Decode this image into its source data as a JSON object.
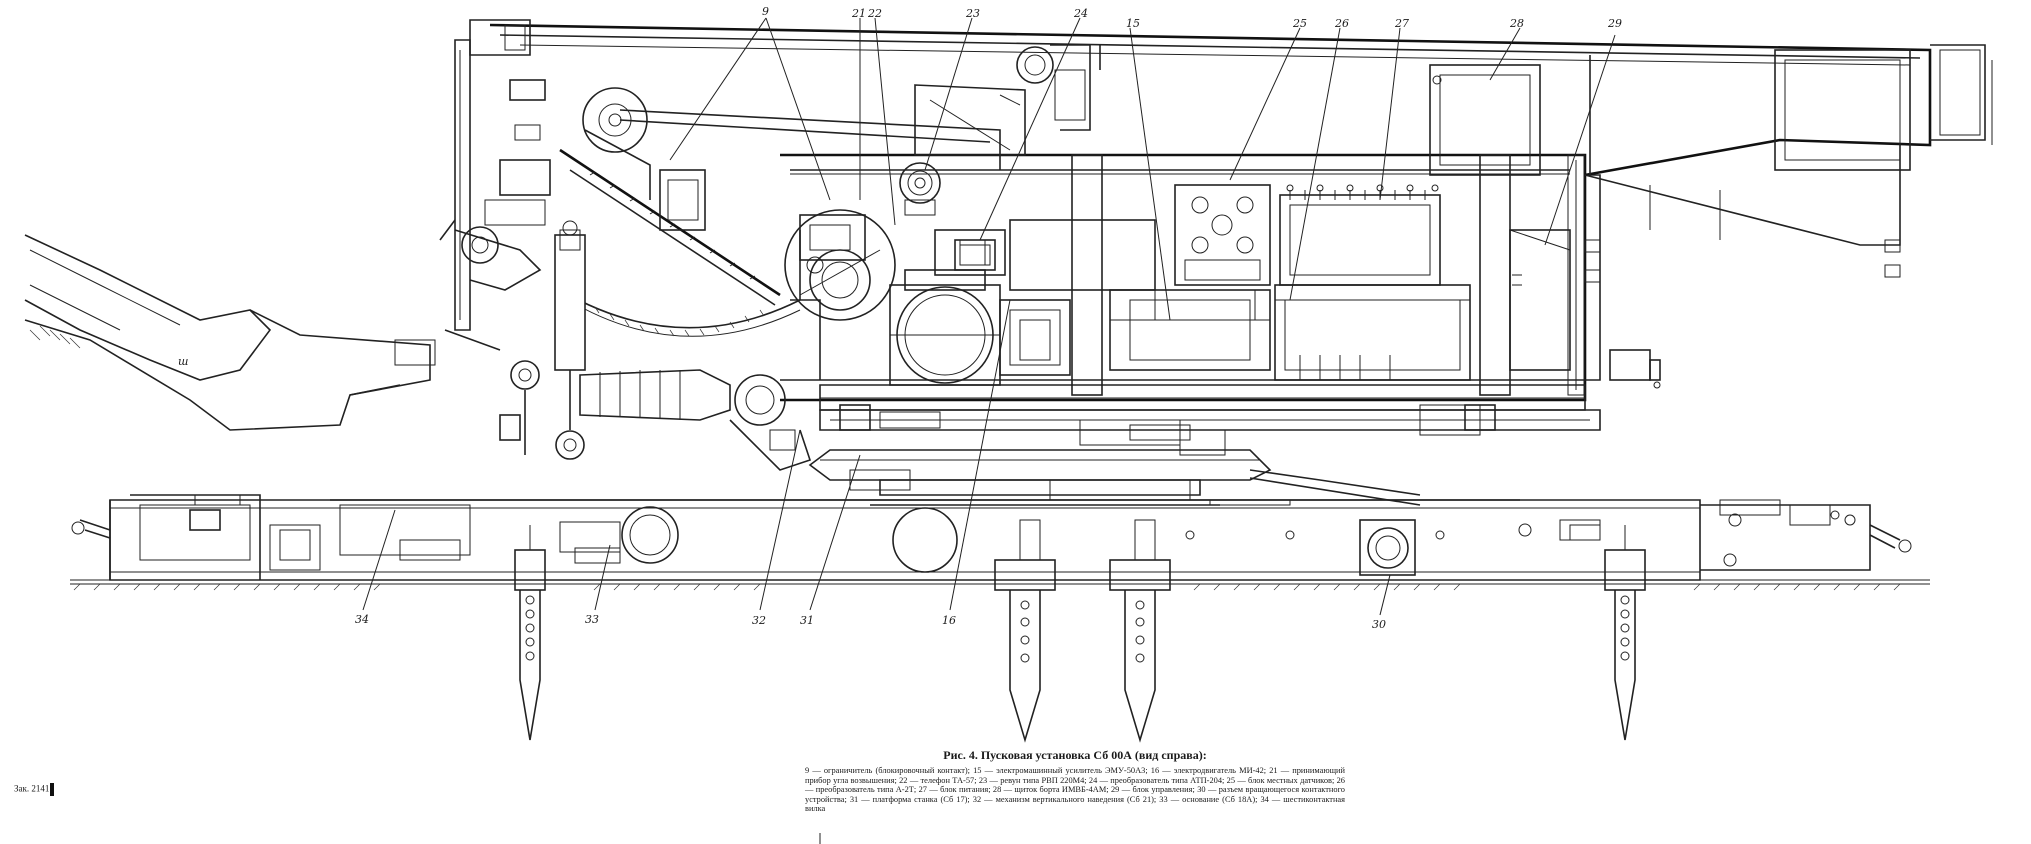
{
  "figure": {
    "callouts": [
      {
        "id": "9",
        "text": "9"
      },
      {
        "id": "21",
        "text": "21"
      },
      {
        "id": "22",
        "text": "22"
      },
      {
        "id": "23",
        "text": "23"
      },
      {
        "id": "24",
        "text": "24"
      },
      {
        "id": "15",
        "text": "15"
      },
      {
        "id": "25",
        "text": "25"
      },
      {
        "id": "26",
        "text": "26"
      },
      {
        "id": "27",
        "text": "27"
      },
      {
        "id": "28",
        "text": "28"
      },
      {
        "id": "29",
        "text": "29"
      },
      {
        "id": "34",
        "text": "34"
      },
      {
        "id": "33",
        "text": "33"
      },
      {
        "id": "32",
        "text": "32"
      },
      {
        "id": "31",
        "text": "31"
      },
      {
        "id": "16",
        "text": "16"
      },
      {
        "id": "30",
        "text": "30"
      }
    ],
    "emblem_symbol": "ш"
  },
  "caption": {
    "title": "Рис. 4. Пусковая установка Сб 00А (вид справа):",
    "body": "9 — ограничитель (блокировочный контакт); 15 — электромашинный усилитель ЭМУ-50А3; 16 — электродвигатель МИ-42; 21 — принимающий прибор угла возвышения; 22 — телефон ТА-57; 23 — ревун типа РВП 220М4; 24 — преобразователь типа АТП-204; 25 — блок местных датчиков; 26 — преобразователь типа А-2Т; 27 — блок питания; 28 — щиток борта ИМВБ-4АМ; 29 — блок управления; 30 — разъем вращающегося контактного устройства; 31 — платформа станка (Сб 17); 32 — механизм вертикального наведения (Сб 21); 33 — основание (Сб 18А); 34 — шестиконтактная вилка"
  },
  "order_mark": {
    "text": "Зак. 2141"
  }
}
